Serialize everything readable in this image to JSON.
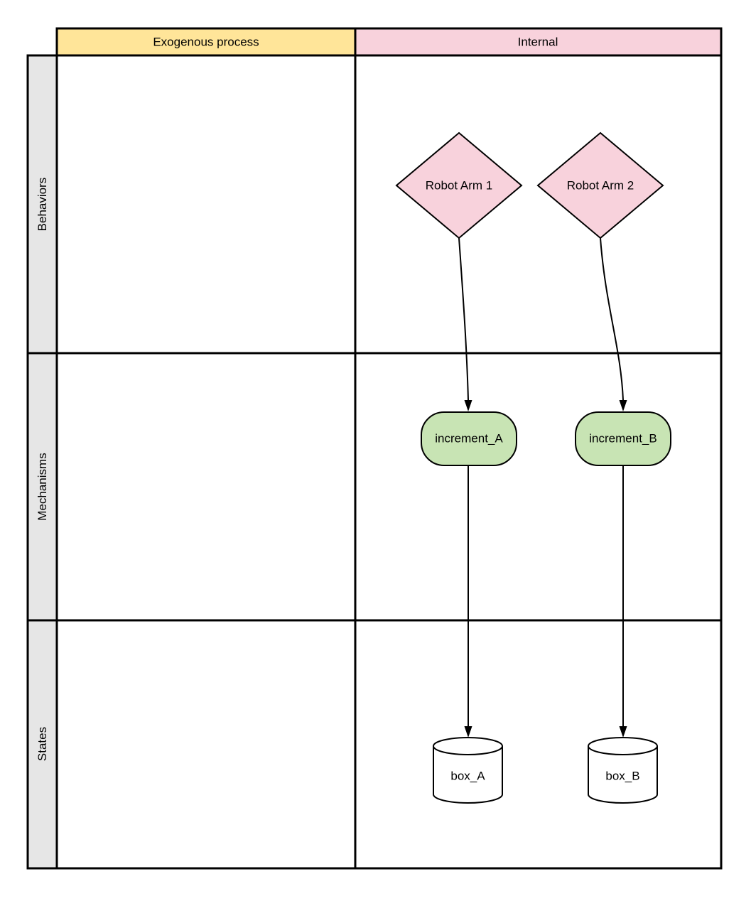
{
  "diagram": {
    "column_headers": {
      "exogenous": "Exogenous process",
      "internal": "Internal"
    },
    "row_headers": {
      "behaviors": "Behaviors",
      "mechanisms": "Mechanisms",
      "states": "States"
    },
    "nodes": {
      "robot_arm_1": {
        "label": "Robot Arm 1",
        "shape": "diamond",
        "row": "Behaviors",
        "column": "Internal"
      },
      "robot_arm_2": {
        "label": "Robot Arm 2",
        "shape": "diamond",
        "row": "Behaviors",
        "column": "Internal"
      },
      "increment_a": {
        "label": "increment_A",
        "shape": "rounded-rectangle",
        "row": "Mechanisms",
        "column": "Internal"
      },
      "increment_b": {
        "label": "increment_B",
        "shape": "rounded-rectangle",
        "row": "Mechanisms",
        "column": "Internal"
      },
      "box_a": {
        "label": "box_A",
        "shape": "cylinder",
        "row": "States",
        "column": "Internal"
      },
      "box_b": {
        "label": "box_B",
        "shape": "cylinder",
        "row": "States",
        "column": "Internal"
      }
    },
    "edges": [
      {
        "from": "Robot Arm 1",
        "to": "increment_A"
      },
      {
        "from": "Robot Arm 2",
        "to": "increment_B"
      },
      {
        "from": "increment_A",
        "to": "box_A"
      },
      {
        "from": "increment_B",
        "to": "box_B"
      }
    ],
    "colors": {
      "header_yellow": "#ffe599",
      "node_pink": "#f8d2dc",
      "node_green": "#c8e4b4",
      "row_header_gray": "#e6e6e6",
      "cell_white": "#ffffff",
      "stroke": "#000000"
    }
  }
}
